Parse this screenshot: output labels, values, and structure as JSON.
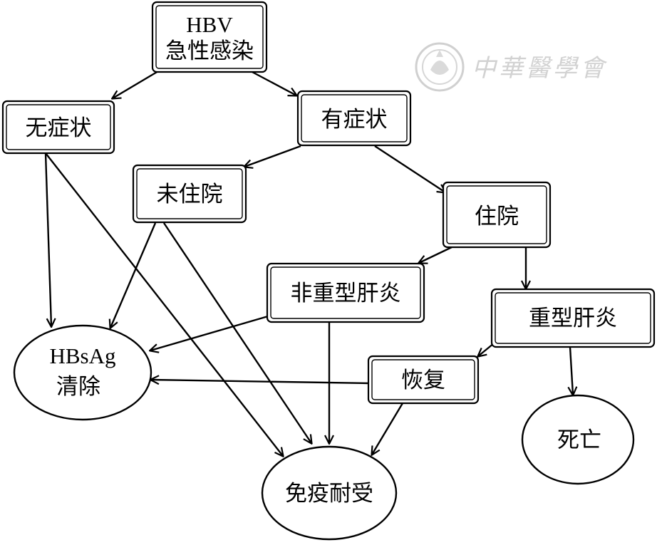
{
  "nodes": {
    "hbv_acute": {
      "line1": "HBV",
      "line2": "急性感染"
    },
    "asymptomatic": {
      "label": "无症状"
    },
    "symptomatic": {
      "label": "有症状"
    },
    "not_hospitalized": {
      "label": "未住院"
    },
    "hospitalized": {
      "label": "住院"
    },
    "non_severe_hepatitis": {
      "label": "非重型肝炎"
    },
    "severe_hepatitis": {
      "label": "重型肝炎"
    },
    "recovery": {
      "label": "恢复"
    },
    "hbsag_clearance": {
      "line1": "HBsAg",
      "line2": "清除"
    },
    "immune_tolerance": {
      "label": "免疫耐受"
    },
    "death": {
      "label": "死亡"
    }
  },
  "watermark": {
    "text": "中華醫學會"
  },
  "colors": {
    "line": "#000000",
    "background": "#ffffff",
    "watermark": "#cfcfcf"
  }
}
